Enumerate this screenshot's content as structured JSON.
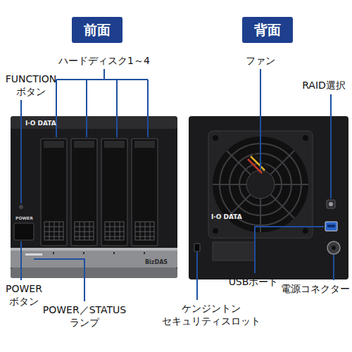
{
  "diagram": {
    "nodes": [
      {
        "text": [
          "前面"
        ]
      },
      {
        "text": [
          "背面"
        ]
      }
    ],
    "labels": [
      "ハードディスク1～4",
      "FUNCTION ボタン",
      "POWER ボタン",
      "POWER／STATUS ランプ",
      "ファン",
      "RAID選択",
      "USBポート",
      "電源コネクター",
      "ケンジントン セキュリティスロット",
      "I·O DATA",
      "POWER",
      "BizDAS",
      "I·O DATA"
    ]
  }
}
